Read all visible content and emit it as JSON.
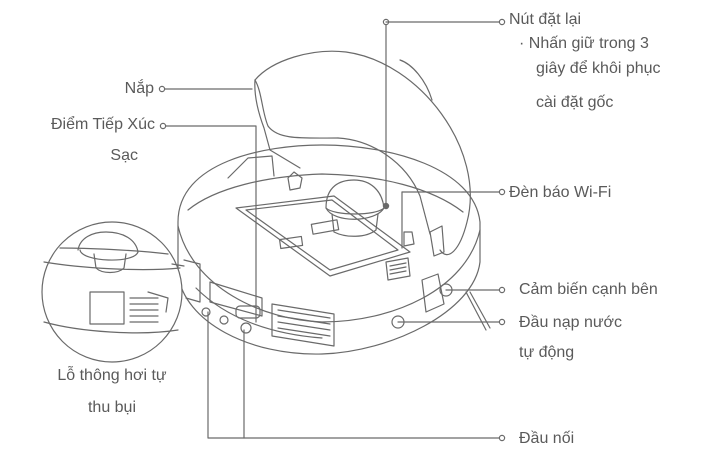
{
  "labels": {
    "reset_title": "Nút đặt lại",
    "reset_note_1": "· Nhấn giữ trong 3",
    "reset_note_2": "giây để khôi phục",
    "reset_note_3": "cài đặt gốc",
    "lid": "Nắp",
    "charging_contacts_1": "Điểm Tiếp Xúc",
    "charging_contacts_2": "Sạc",
    "wifi_indicator": "Đèn báo Wi-Fi",
    "side_sensor": "Cảm biến cạnh bên",
    "auto_refill_1": "Đầu nạp nước",
    "auto_refill_2": "tự động",
    "dust_vent_1": "Lỗ thông hơi tự",
    "dust_vent_2": "thu bụi",
    "connector": "Đầu nối"
  },
  "colors": {
    "line": "#6a6a6a",
    "text": "#5a5a5a",
    "background": "#ffffff"
  }
}
